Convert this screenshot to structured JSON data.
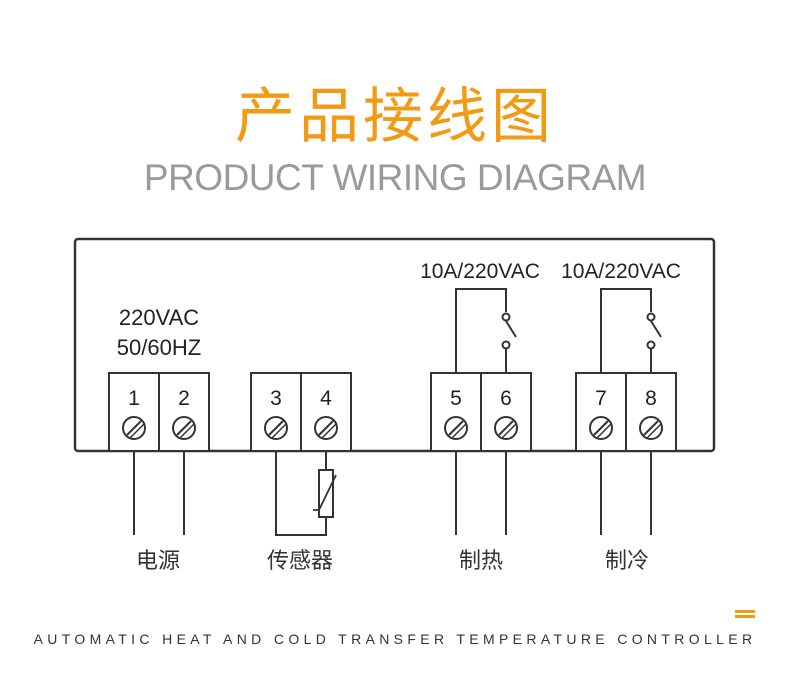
{
  "title_cn": "产品接线图",
  "title_en": "PRODUCT WIRING DIAGRAM",
  "power_label_line1": "220VAC",
  "power_label_line2": "50/60HZ",
  "relay_heat_label": "10A/220VAC",
  "relay_cool_label": "10A/220VAC",
  "terminals": [
    "1",
    "2",
    "3",
    "4",
    "5",
    "6",
    "7",
    "8"
  ],
  "bottom_labels": {
    "power": "电源",
    "sensor": "传感器",
    "heating": "制热",
    "cooling": "制冷"
  },
  "footer": "AUTOMATIC HEAT AND COLD TRANSFER TEMPERATURE CONTROLLER",
  "colors": {
    "accent": "#f29a13",
    "subtitle": "#9a9a9a",
    "line": "#333333"
  }
}
